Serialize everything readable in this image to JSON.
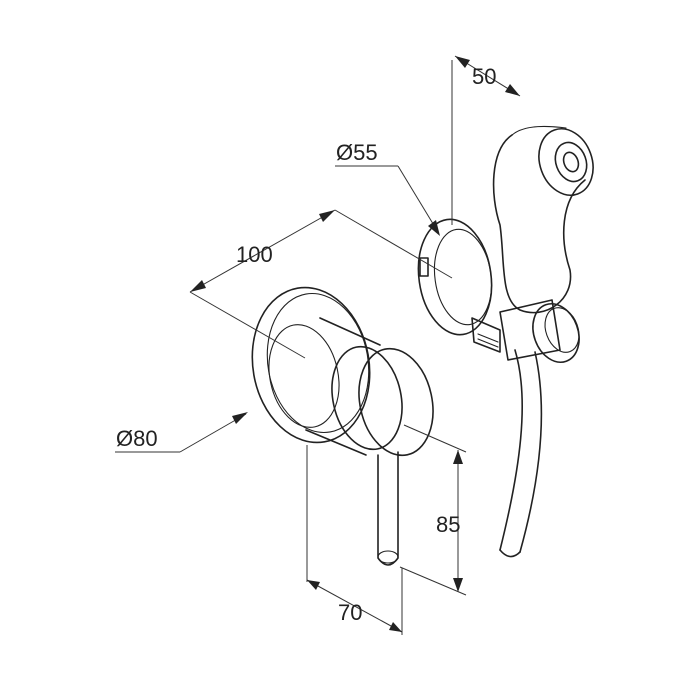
{
  "dimensions": {
    "depth_handshower": "50",
    "diameter_outlet": "Ø55",
    "depth_mixer": "100",
    "diameter_rosette": "Ø80",
    "height_lever": "85",
    "width_lever": "70"
  }
}
